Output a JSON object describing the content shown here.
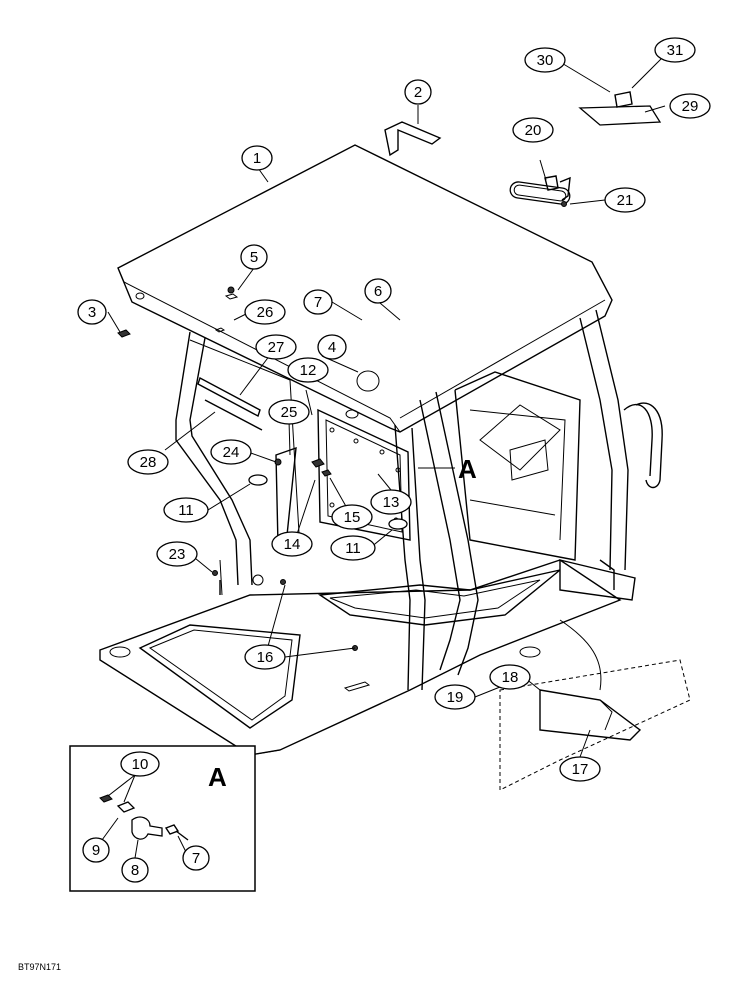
{
  "callouts": [
    {
      "id": "c1",
      "label": "1"
    },
    {
      "id": "c2",
      "label": "2"
    },
    {
      "id": "c3",
      "label": "3"
    },
    {
      "id": "c4",
      "label": "4"
    },
    {
      "id": "c5",
      "label": "5"
    },
    {
      "id": "c6",
      "label": "6"
    },
    {
      "id": "c7a",
      "label": "7"
    },
    {
      "id": "c11a",
      "label": "11"
    },
    {
      "id": "c11b",
      "label": "11"
    },
    {
      "id": "c12",
      "label": "12"
    },
    {
      "id": "c13",
      "label": "13"
    },
    {
      "id": "c14",
      "label": "14"
    },
    {
      "id": "c15",
      "label": "15"
    },
    {
      "id": "c16",
      "label": "16"
    },
    {
      "id": "c17",
      "label": "17"
    },
    {
      "id": "c18",
      "label": "18"
    },
    {
      "id": "c19",
      "label": "19"
    },
    {
      "id": "c20",
      "label": "20"
    },
    {
      "id": "c21",
      "label": "21"
    },
    {
      "id": "c23",
      "label": "23"
    },
    {
      "id": "c24",
      "label": "24"
    },
    {
      "id": "c25",
      "label": "25"
    },
    {
      "id": "c26",
      "label": "26"
    },
    {
      "id": "c27",
      "label": "27"
    },
    {
      "id": "c28",
      "label": "28"
    },
    {
      "id": "c29",
      "label": "29"
    },
    {
      "id": "c30",
      "label": "30"
    },
    {
      "id": "c31",
      "label": "31"
    },
    {
      "id": "c10",
      "label": "10"
    },
    {
      "id": "c9",
      "label": "9"
    },
    {
      "id": "c8",
      "label": "8"
    },
    {
      "id": "c7b",
      "label": "7"
    }
  ],
  "detail_ref": "A",
  "detail_box_label": "A",
  "drawing_code": "BT97N171"
}
